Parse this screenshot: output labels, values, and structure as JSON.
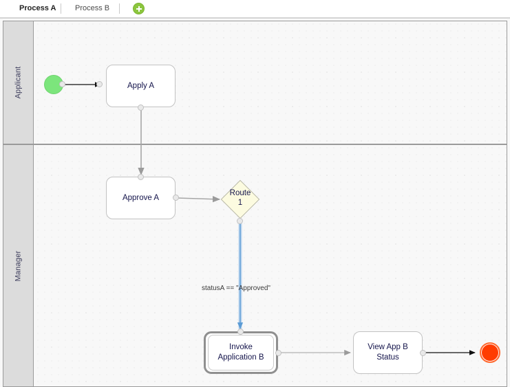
{
  "window": {
    "title": "Process A"
  },
  "tabs": {
    "items": [
      {
        "label": "Process A",
        "active": true
      },
      {
        "label": "Process B",
        "active": false
      }
    ],
    "add_button": {
      "name": "add-process-tab",
      "icon": "plus-icon",
      "color": "#8cc63e"
    }
  },
  "pool": {
    "lanes": [
      {
        "label": "Applicant"
      },
      {
        "label": "Manager"
      }
    ]
  },
  "diagram": {
    "nodes": [
      {
        "id": "start",
        "type": "start-event",
        "label": "",
        "color": "#7ce57c"
      },
      {
        "id": "apply_a",
        "type": "task",
        "label": "Apply A",
        "lane": "Applicant"
      },
      {
        "id": "approve_a",
        "type": "task",
        "label": "Approve A",
        "lane": "Manager"
      },
      {
        "id": "route_1",
        "type": "gateway",
        "label_line1": "Route",
        "label_line2": "1",
        "label": "Route 1",
        "lane": "Manager",
        "color": "#fcfbe0"
      },
      {
        "id": "invoke_app_b",
        "type": "call-activity",
        "label_line1": "Invoke",
        "label_line2": "Application B",
        "label": "Invoke Application B",
        "lane": "Manager"
      },
      {
        "id": "view_app_b_status",
        "type": "task",
        "label_line1": "View App B",
        "label_line2": "Status",
        "label": "View App B Status",
        "lane": "Manager"
      },
      {
        "id": "end",
        "type": "end-event",
        "label": "",
        "color": "#ff3c00"
      }
    ],
    "flows": [
      {
        "id": "f1",
        "from": "start",
        "to": "apply_a",
        "label": "",
        "style": "black"
      },
      {
        "id": "f2",
        "from": "apply_a",
        "to": "approve_a",
        "label": "",
        "style": "gray"
      },
      {
        "id": "f3",
        "from": "approve_a",
        "to": "route_1",
        "label": "",
        "style": "gray"
      },
      {
        "id": "f4",
        "from": "route_1",
        "to": "invoke_app_b",
        "label": "statusA == \"Approved\"",
        "style": "blue-selected"
      },
      {
        "id": "f5",
        "from": "invoke_app_b",
        "to": "view_app_b_status",
        "label": "",
        "style": "gray"
      },
      {
        "id": "f6",
        "from": "view_app_b_status",
        "to": "end",
        "label": "",
        "style": "black"
      }
    ]
  },
  "colors": {
    "start": "#7ce57c",
    "end": "#ff3c00",
    "gateway": "#fcfbe0",
    "selected_flow": "#5b9bd5",
    "lane_header": "#dcdcdc",
    "canvas": "#f8f8f8",
    "accent": "#8cc63e"
  }
}
